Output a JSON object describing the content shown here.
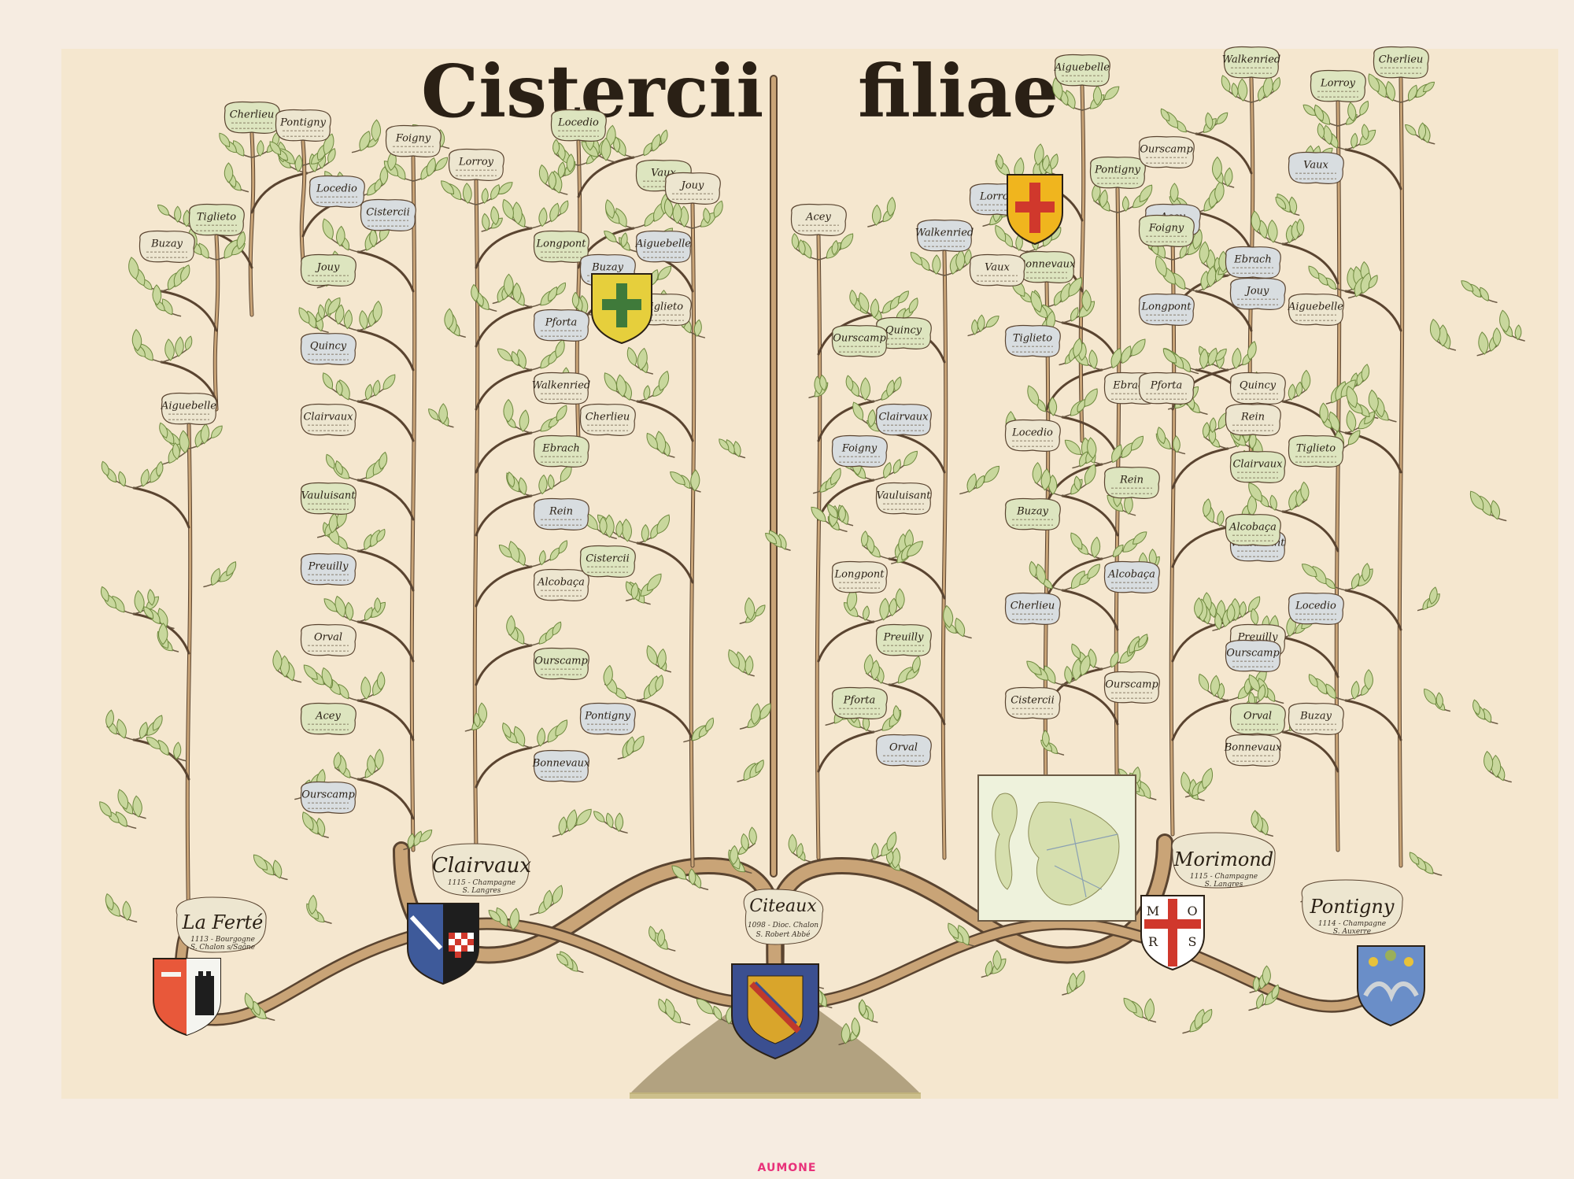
{
  "title": {
    "part1": "Cistercii",
    "part2": "filiae"
  },
  "footer": "AUMONE",
  "roots": [
    {
      "name": "Citeaux",
      "sub1": "1098 - Dioc. Chalon",
      "sub2": "S. Robert Abbé"
    },
    {
      "name": "Clairvaux",
      "sub1": "1115 - Champagne",
      "sub2": "S. Langres"
    },
    {
      "name": "La Ferté",
      "sub1": "1113 - Bourgogne",
      "sub2": "S. Chalon s/Saône"
    },
    {
      "name": "Pontigny",
      "sub1": "1114 - Champagne",
      "sub2": "S. Auxerre"
    },
    {
      "name": "Morimond",
      "sub1": "1115 - Champagne",
      "sub2": "S. Langres"
    }
  ],
  "shields": {
    "morimond_letters": [
      "M",
      "O",
      "R",
      "S"
    ]
  },
  "branch_labels": [
    "Aiguebelle",
    "Tiglieto",
    "Locedio",
    "Buzay",
    "Cherlieu",
    "Cistercii",
    "Pontigny",
    "Jouy",
    "Quincy",
    "Clairvaux",
    "Vauluisant",
    "Preuilly",
    "Orval",
    "Acey",
    "Ourscamp",
    "Foigny",
    "Longpont",
    "Pforta",
    "Walkenried",
    "Ebrach",
    "Rein",
    "Alcobaça",
    "Ourscamp",
    "Bonnevaux",
    "Lorroy",
    "Vaux"
  ],
  "colors": {
    "parchment": "#f5e7cf",
    "trunk": "#c9a477",
    "trunk_edge": "#5a4430",
    "leaf": "#c8d79c",
    "leaf_edge": "#6f8a3f",
    "label_fill": "#ede6d0",
    "label_fill_green": "#dde5bf",
    "label_fill_blue": "#d8dde0",
    "ink": "#2a2015"
  }
}
